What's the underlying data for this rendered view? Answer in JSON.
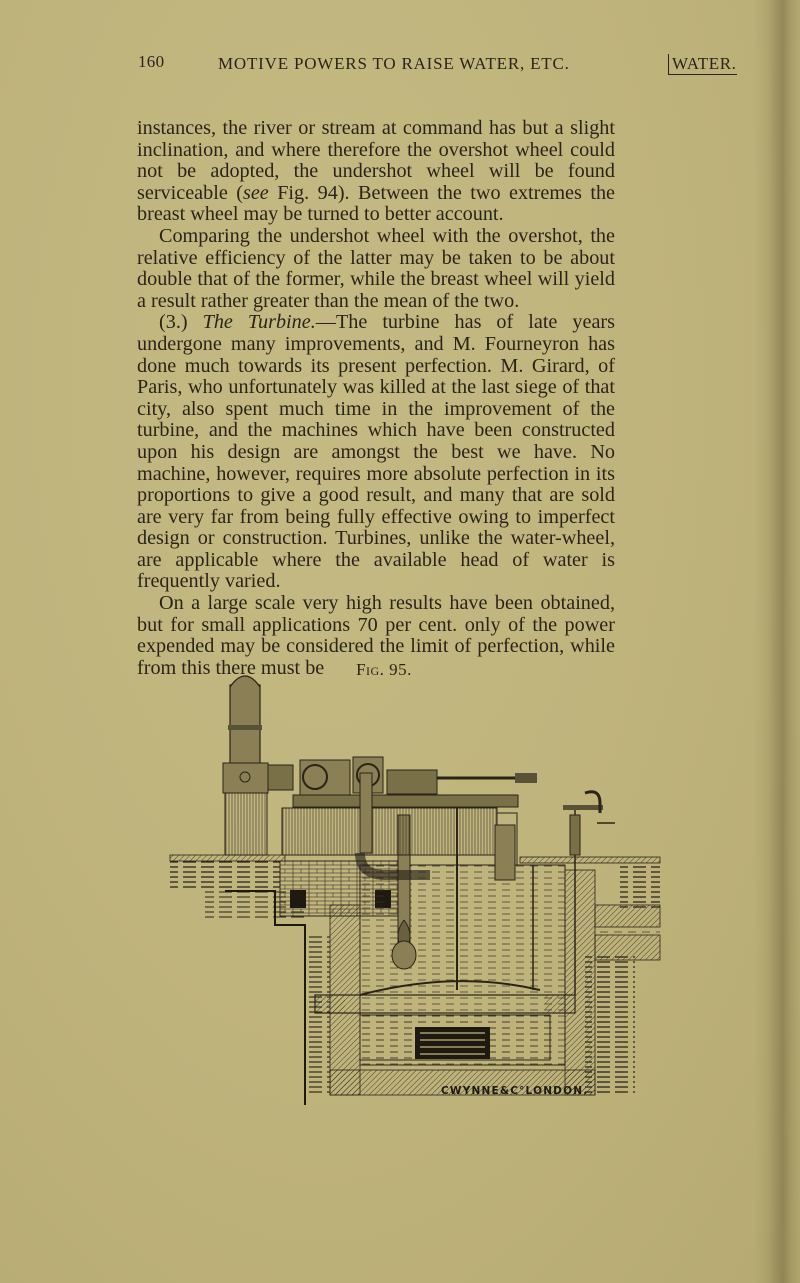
{
  "header": {
    "page_number": "160",
    "running_title": "MOTIVE POWERS TO RAISE WATER, ETC.",
    "section_tag": "WATER."
  },
  "paragraphs": [
    {
      "indent": false,
      "segments": [
        {
          "text": "instances, the river or stream at command has but a slight inclination, and where therefore the overshot wheel could not be adopted, the undershot wheel will be found serviceable (",
          "italic": false
        },
        {
          "text": "see",
          "italic": true
        },
        {
          "text": " Fig. 94). Between the two extremes the breast wheel may be turned to better account.",
          "italic": false
        }
      ]
    },
    {
      "indent": true,
      "segments": [
        {
          "text": "Comparing the undershot wheel with the overshot, the relative efficiency of the latter may be taken to be about double that of the former, while the breast wheel will yield a result rather greater than the mean of the two.",
          "italic": false
        }
      ]
    },
    {
      "indent": true,
      "segments": [
        {
          "text": "(3.) ",
          "italic": false
        },
        {
          "text": "The Turbine.",
          "italic": true
        },
        {
          "text": "—The turbine has of late years undergone many improvements, and M. Fourneyron has done much towards its present perfection. M. Girard, of Paris, who unfortunately was killed at the last siege of that city, also spent much time in the improvement of the turbine, and the machines which have been constructed upon his design are amongst the best we have. No machine, however, requires more absolute perfection in its proportions to give a good result, and many that are sold are very far from being fully effective owing to imperfect design or construction. Turbines, unlike the water-wheel, are applicable where the available head of water is frequently varied.",
          "italic": false
        }
      ]
    },
    {
      "indent": true,
      "segments": [
        {
          "text": "On a large scale very high results have been obtained, but for small applications 70 per cent. only of the power expended may be considered the limit of perfection, while from this there must be",
          "italic": false
        }
      ]
    }
  ],
  "figure": {
    "caption": "Fig. 95.",
    "engraver_credit": "CWYNNE&C°LONDON.",
    "description": "Engraved cross-section of a turbine installation: vertical air vessel and pump on a masonry platform, horizontal pipework and rod, suction pipe with strainer descending into a water-filled brick pit, turbine wheel near the bottom, sluice-gate handwheel on the right, earth hatching around the walls."
  },
  "colors": {
    "paper": "#bfb27a",
    "ink": "#2a2418"
  }
}
